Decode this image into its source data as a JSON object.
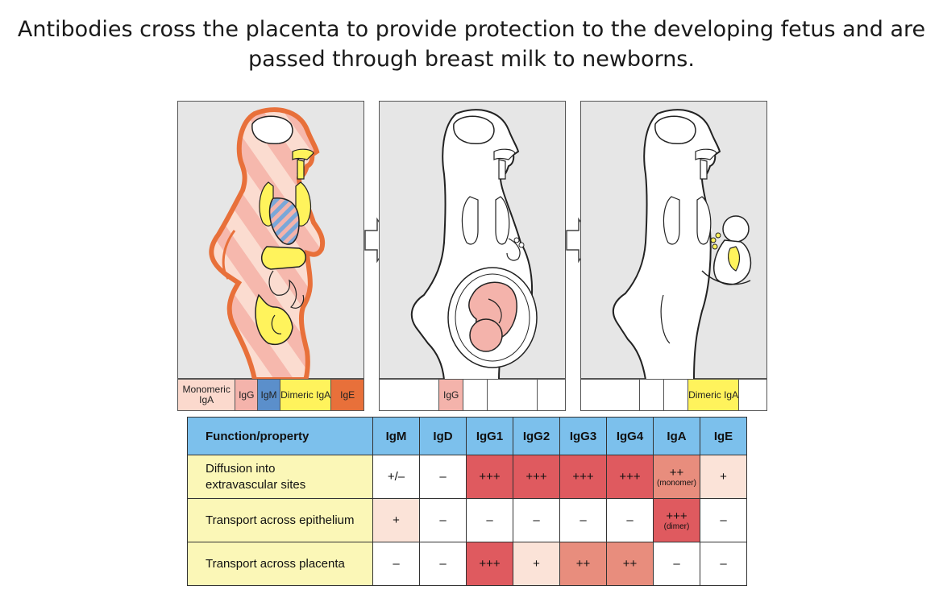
{
  "title": "Antibodies cross the placenta to provide protection to the developing fetus and are passed through breast milk to newborns.",
  "colors": {
    "monomeric_iga": "#fbd9cd",
    "igg": "#f4b3ab",
    "igm": "#5b8fcb",
    "dimeric_iga": "#fff35c",
    "ige": "#e8703a",
    "header": "#7cc0ec",
    "function_cell": "#fbf7b7",
    "strong": "#df5a5f",
    "medium": "#e88d7d",
    "weak": "#fbe3d8"
  },
  "legend_adult": [
    "Monomeric IgA",
    "IgG",
    "IgM",
    "Dimeric IgA",
    "IgE"
  ],
  "legend_pregnant": [
    "IgG"
  ],
  "legend_nursing": [
    "Dimeric IgA"
  ],
  "table": {
    "header": [
      "Function/property",
      "IgM",
      "IgD",
      "IgG1",
      "IgG2",
      "IgG3",
      "IgG4",
      "IgA",
      "IgE"
    ],
    "rows": [
      {
        "function": "Diffusion into extravascular sites",
        "cells": [
          {
            "v": "+/–",
            "level": "none"
          },
          {
            "v": "–",
            "level": "none"
          },
          {
            "v": "+++",
            "level": "strong"
          },
          {
            "v": "+++",
            "level": "strong"
          },
          {
            "v": "+++",
            "level": "strong"
          },
          {
            "v": "+++",
            "level": "strong"
          },
          {
            "v": "++",
            "sub": "(monomer)",
            "level": "medium"
          },
          {
            "v": "+",
            "level": "weak"
          }
        ]
      },
      {
        "function": "Transport across epithelium",
        "cells": [
          {
            "v": "+",
            "level": "weak"
          },
          {
            "v": "–",
            "level": "none"
          },
          {
            "v": "–",
            "level": "none"
          },
          {
            "v": "–",
            "level": "none"
          },
          {
            "v": "–",
            "level": "none"
          },
          {
            "v": "–",
            "level": "none"
          },
          {
            "v": "+++",
            "sub": "(dimer)",
            "level": "strong"
          },
          {
            "v": "–",
            "level": "none"
          }
        ]
      },
      {
        "function": "Transport across placenta",
        "cells": [
          {
            "v": "–",
            "level": "none"
          },
          {
            "v": "–",
            "level": "none"
          },
          {
            "v": "+++",
            "level": "strong"
          },
          {
            "v": "+",
            "level": "weak"
          },
          {
            "v": "++",
            "level": "medium"
          },
          {
            "v": "++",
            "level": "medium"
          },
          {
            "v": "–",
            "level": "none"
          },
          {
            "v": "–",
            "level": "none"
          }
        ]
      }
    ]
  }
}
